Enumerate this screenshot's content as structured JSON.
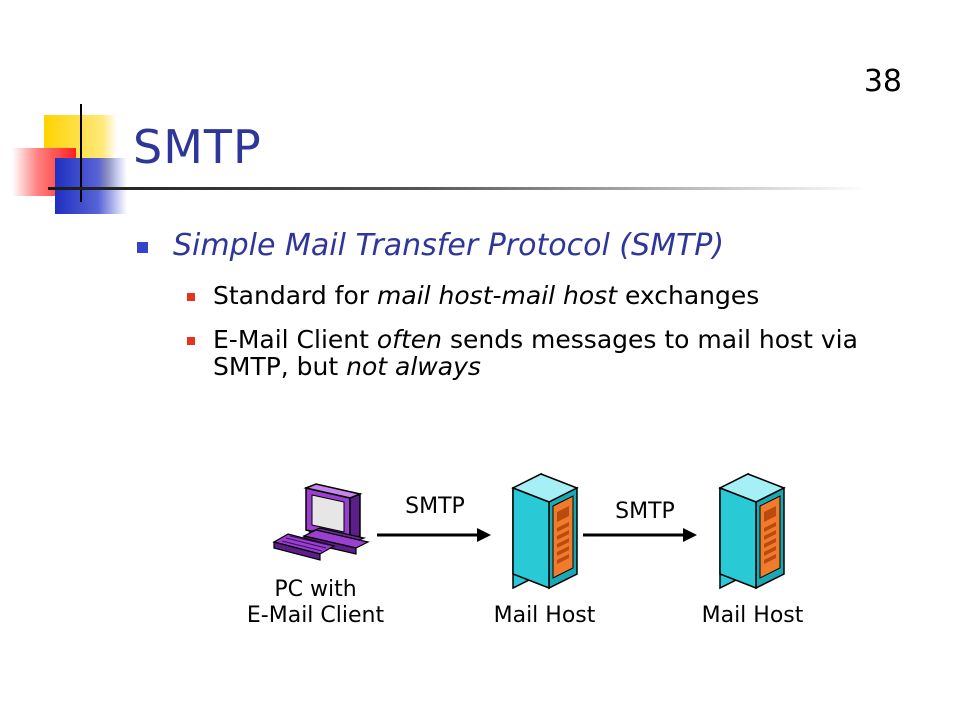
{
  "slide": {
    "number": "38",
    "title": "SMTP"
  },
  "bullets": {
    "main": "Simple Mail Transfer Protocol (SMTP)",
    "sub1": {
      "pre": "Standard for ",
      "italic": "mail host-mail host",
      "post": " exchanges"
    },
    "sub2": {
      "pre": "E-Mail Client ",
      "italic1": "often",
      "mid": " sends messages to mail host via SMTP, but ",
      "italic2": "not always"
    }
  },
  "diagram": {
    "pc_label_line1": "PC with",
    "pc_label_line2": "E-Mail Client",
    "host1_label": "Mail Host",
    "host2_label": "Mail Host",
    "arrow1_label": "SMTP",
    "arrow2_label": "SMTP"
  },
  "icons": [
    "pc-computer-icon",
    "mail-host-server-icon",
    "mail-host-server-icon"
  ],
  "colors": {
    "title": "#2f3699",
    "bullet_main": "#3443c8",
    "bullet_sub": "#e8331c",
    "pc": "#9a3fcf",
    "server": "#29c9d6",
    "server_panel": "#f07b2a"
  }
}
